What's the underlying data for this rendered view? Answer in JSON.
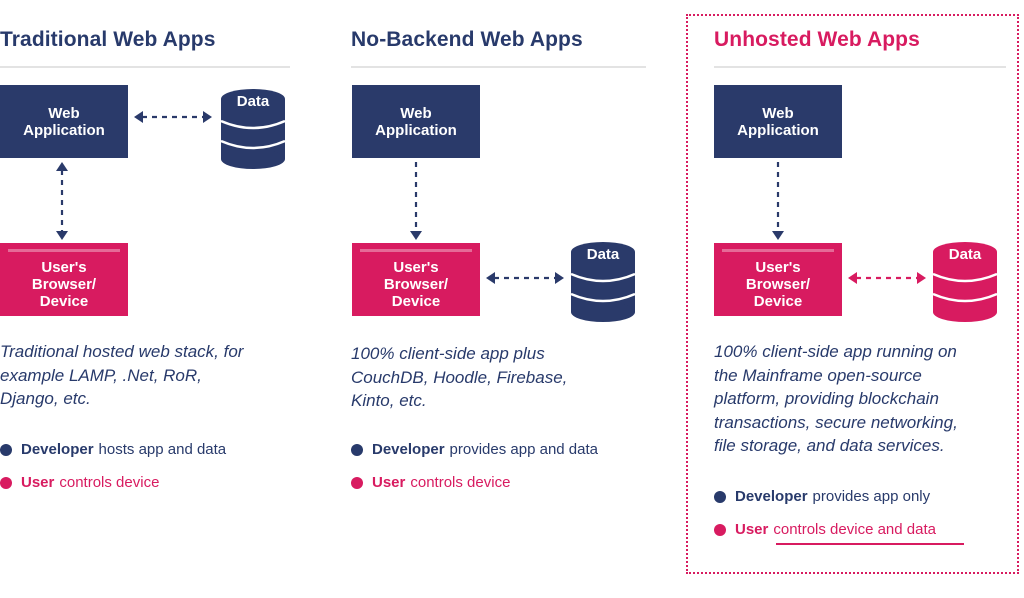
{
  "columns": [
    {
      "title": "Traditional Web Apps",
      "web_app_label": [
        "Web",
        "Application"
      ],
      "browser_label": [
        "User's",
        "Browser/",
        "Device"
      ],
      "data_label": "Data",
      "description": [
        "Traditional hosted web stack, for",
        "example LAMP, .Net, RoR,",
        "Django, etc."
      ],
      "developer_role": "Developer",
      "developer_text": "hosts app and data",
      "user_role": "User",
      "user_text": "controls device"
    },
    {
      "title": "No-Backend Web Apps",
      "web_app_label": [
        "Web",
        "Application"
      ],
      "browser_label": [
        "User's",
        "Browser/",
        "Device"
      ],
      "data_label": "Data",
      "description": [
        "100% client-side app plus",
        "CouchDB, Hoodle, Firebase,",
        "Kinto, etc."
      ],
      "developer_role": "Developer",
      "developer_text": "provides app and data",
      "user_role": "User",
      "user_text": "controls device"
    },
    {
      "title": "Unhosted Web Apps",
      "web_app_label": [
        "Web",
        "Application"
      ],
      "browser_label": [
        "User's",
        "Browser/",
        "Device"
      ],
      "data_label": "Data",
      "description": [
        "100% client-side app running on",
        "the Mainframe open-source",
        "platform, providing blockchain",
        "transactions, secure networking,",
        "file storage, and data services."
      ],
      "developer_role": "Developer",
      "developer_text": "provides app only",
      "user_role": "User",
      "user_text": "controls device and data"
    }
  ],
  "colors": {
    "navy": "#2a3a6a",
    "pink": "#d81b60",
    "rule": "#e3e3e3"
  }
}
